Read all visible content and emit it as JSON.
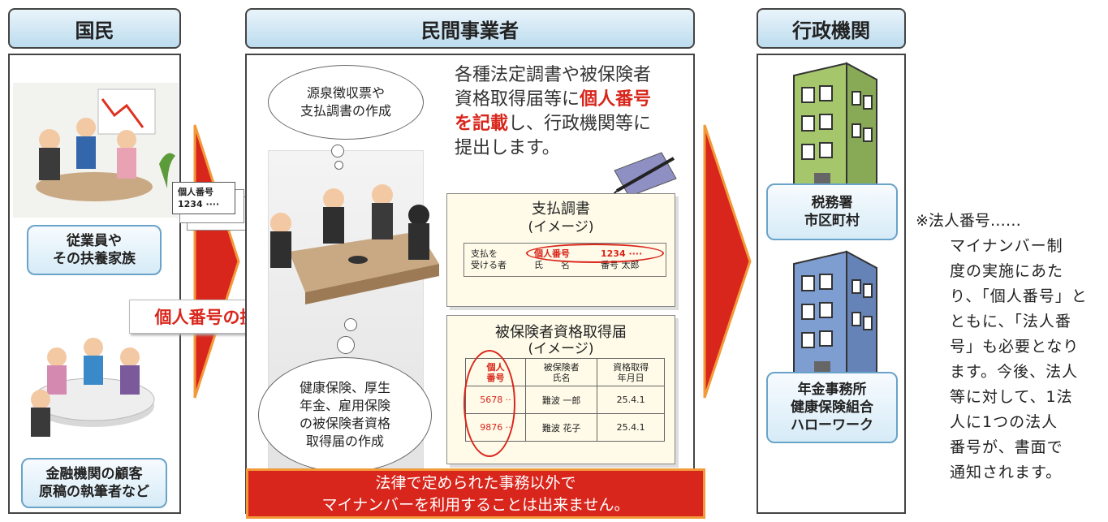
{
  "citizen": {
    "title": "国民",
    "box1": [
      "従業員や",
      "その扶養家族"
    ],
    "box2": [
      "金融機関の顧客",
      "原稿の執筆者など"
    ]
  },
  "business": {
    "title": "民間事業者",
    "intro": {
      "before": "各種法定調書や被保険者",
      "line2a": "資格取得届等に",
      "highlight1": "個人番号",
      "highlight2": "を記載",
      "after": "し、行政機関等に",
      "line4": "提出します。"
    },
    "cloud1": [
      "源泉徴収票や",
      "支払調書の作成"
    ],
    "cloud2": [
      "健康保険、厚生",
      "年金、雇用保険",
      "の被保険者資格",
      "取得届の作成"
    ]
  },
  "card": {
    "label": "個人番号",
    "number": "1234 ····"
  },
  "provide": {
    "label": "個人番号の提示"
  },
  "payment_doc": {
    "title": "支払調書",
    "subtitle": "(イメージ)",
    "row_label": [
      "支払を",
      "受ける者"
    ],
    "col1": [
      "個人番号",
      "氏　　名"
    ],
    "col2": [
      "1234 ····",
      "番号 太郎"
    ]
  },
  "insured_doc": {
    "title": "被保険者資格取得届",
    "subtitle": "(イメージ)",
    "headers": [
      [
        "個人",
        "番号"
      ],
      [
        "被保険者",
        "氏名"
      ],
      [
        "資格取得",
        "年月日"
      ]
    ],
    "rows": [
      [
        "5678 ··",
        "難波 一郎",
        "25.4.1"
      ],
      [
        "9876 ··",
        "難波 花子",
        "25.4.1"
      ]
    ]
  },
  "gov": {
    "title": "行政機関",
    "box1": [
      "税務署",
      "市区町村"
    ],
    "box2": [
      "年金事務所",
      "健康保険組合",
      "ハローワーク"
    ]
  },
  "banner": [
    "法律で定められた事務以外で",
    "マイナンバーを利用することは出来ません。"
  ],
  "note": {
    "head": "※法人番号……",
    "lines": [
      "マイナンバー制",
      "度の実施にあた",
      "り、「個人番号」と",
      "ともに、「法人番",
      "号」も必要となり",
      "ます。今後、法人",
      "等に対して、1法",
      "人に1つの法人",
      "番号が、書面で",
      "通知されます。"
    ]
  },
  "colors": {
    "accent_red": "#d9261c",
    "header_blue": "#bcdcee",
    "building_green": "#a5c66b",
    "building_blue": "#7e9ed1"
  }
}
